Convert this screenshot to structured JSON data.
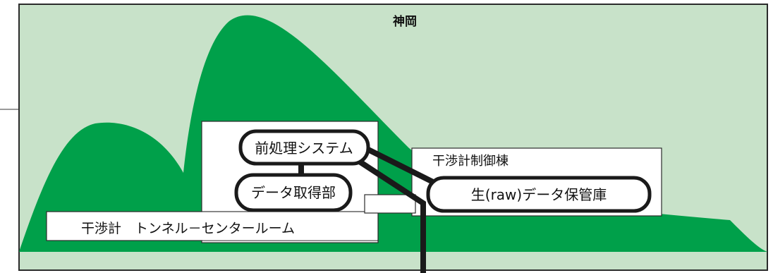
{
  "title": "神岡",
  "nodes": {
    "preprocess": "前処理システム",
    "acquisition": "データ取得部",
    "raw_storage": "生(raw)データ保管庫"
  },
  "buildings": {
    "control": "干渉計制御棟",
    "tunnel": "干渉計　トンネル－センタールーム"
  },
  "colors": {
    "sky": "#c8e2c9",
    "mountain": "#00a04a",
    "frame": "#2b2b2b",
    "box": "#ffffff",
    "line": "#1a1a1a"
  }
}
